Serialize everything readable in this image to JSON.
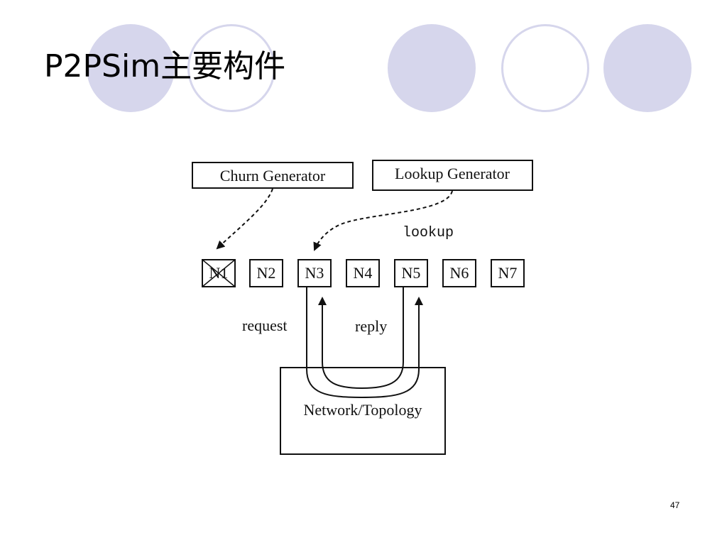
{
  "slide": {
    "title": "P2PSim主要构件",
    "page_number": "47"
  },
  "theme": {
    "accent": "#d6d6ec",
    "ink": "#111111"
  },
  "diagram": {
    "generators": [
      {
        "label": "Churn Generator"
      },
      {
        "label": "Lookup Generator"
      }
    ],
    "nodes": [
      "N1",
      "N2",
      "N3",
      "N4",
      "N5",
      "N6",
      "N7"
    ],
    "crossed_out_node": "N1",
    "edge_labels": {
      "lookup": "lookup",
      "request": "request",
      "reply": "reply"
    },
    "network_label": "Network/Topology"
  }
}
